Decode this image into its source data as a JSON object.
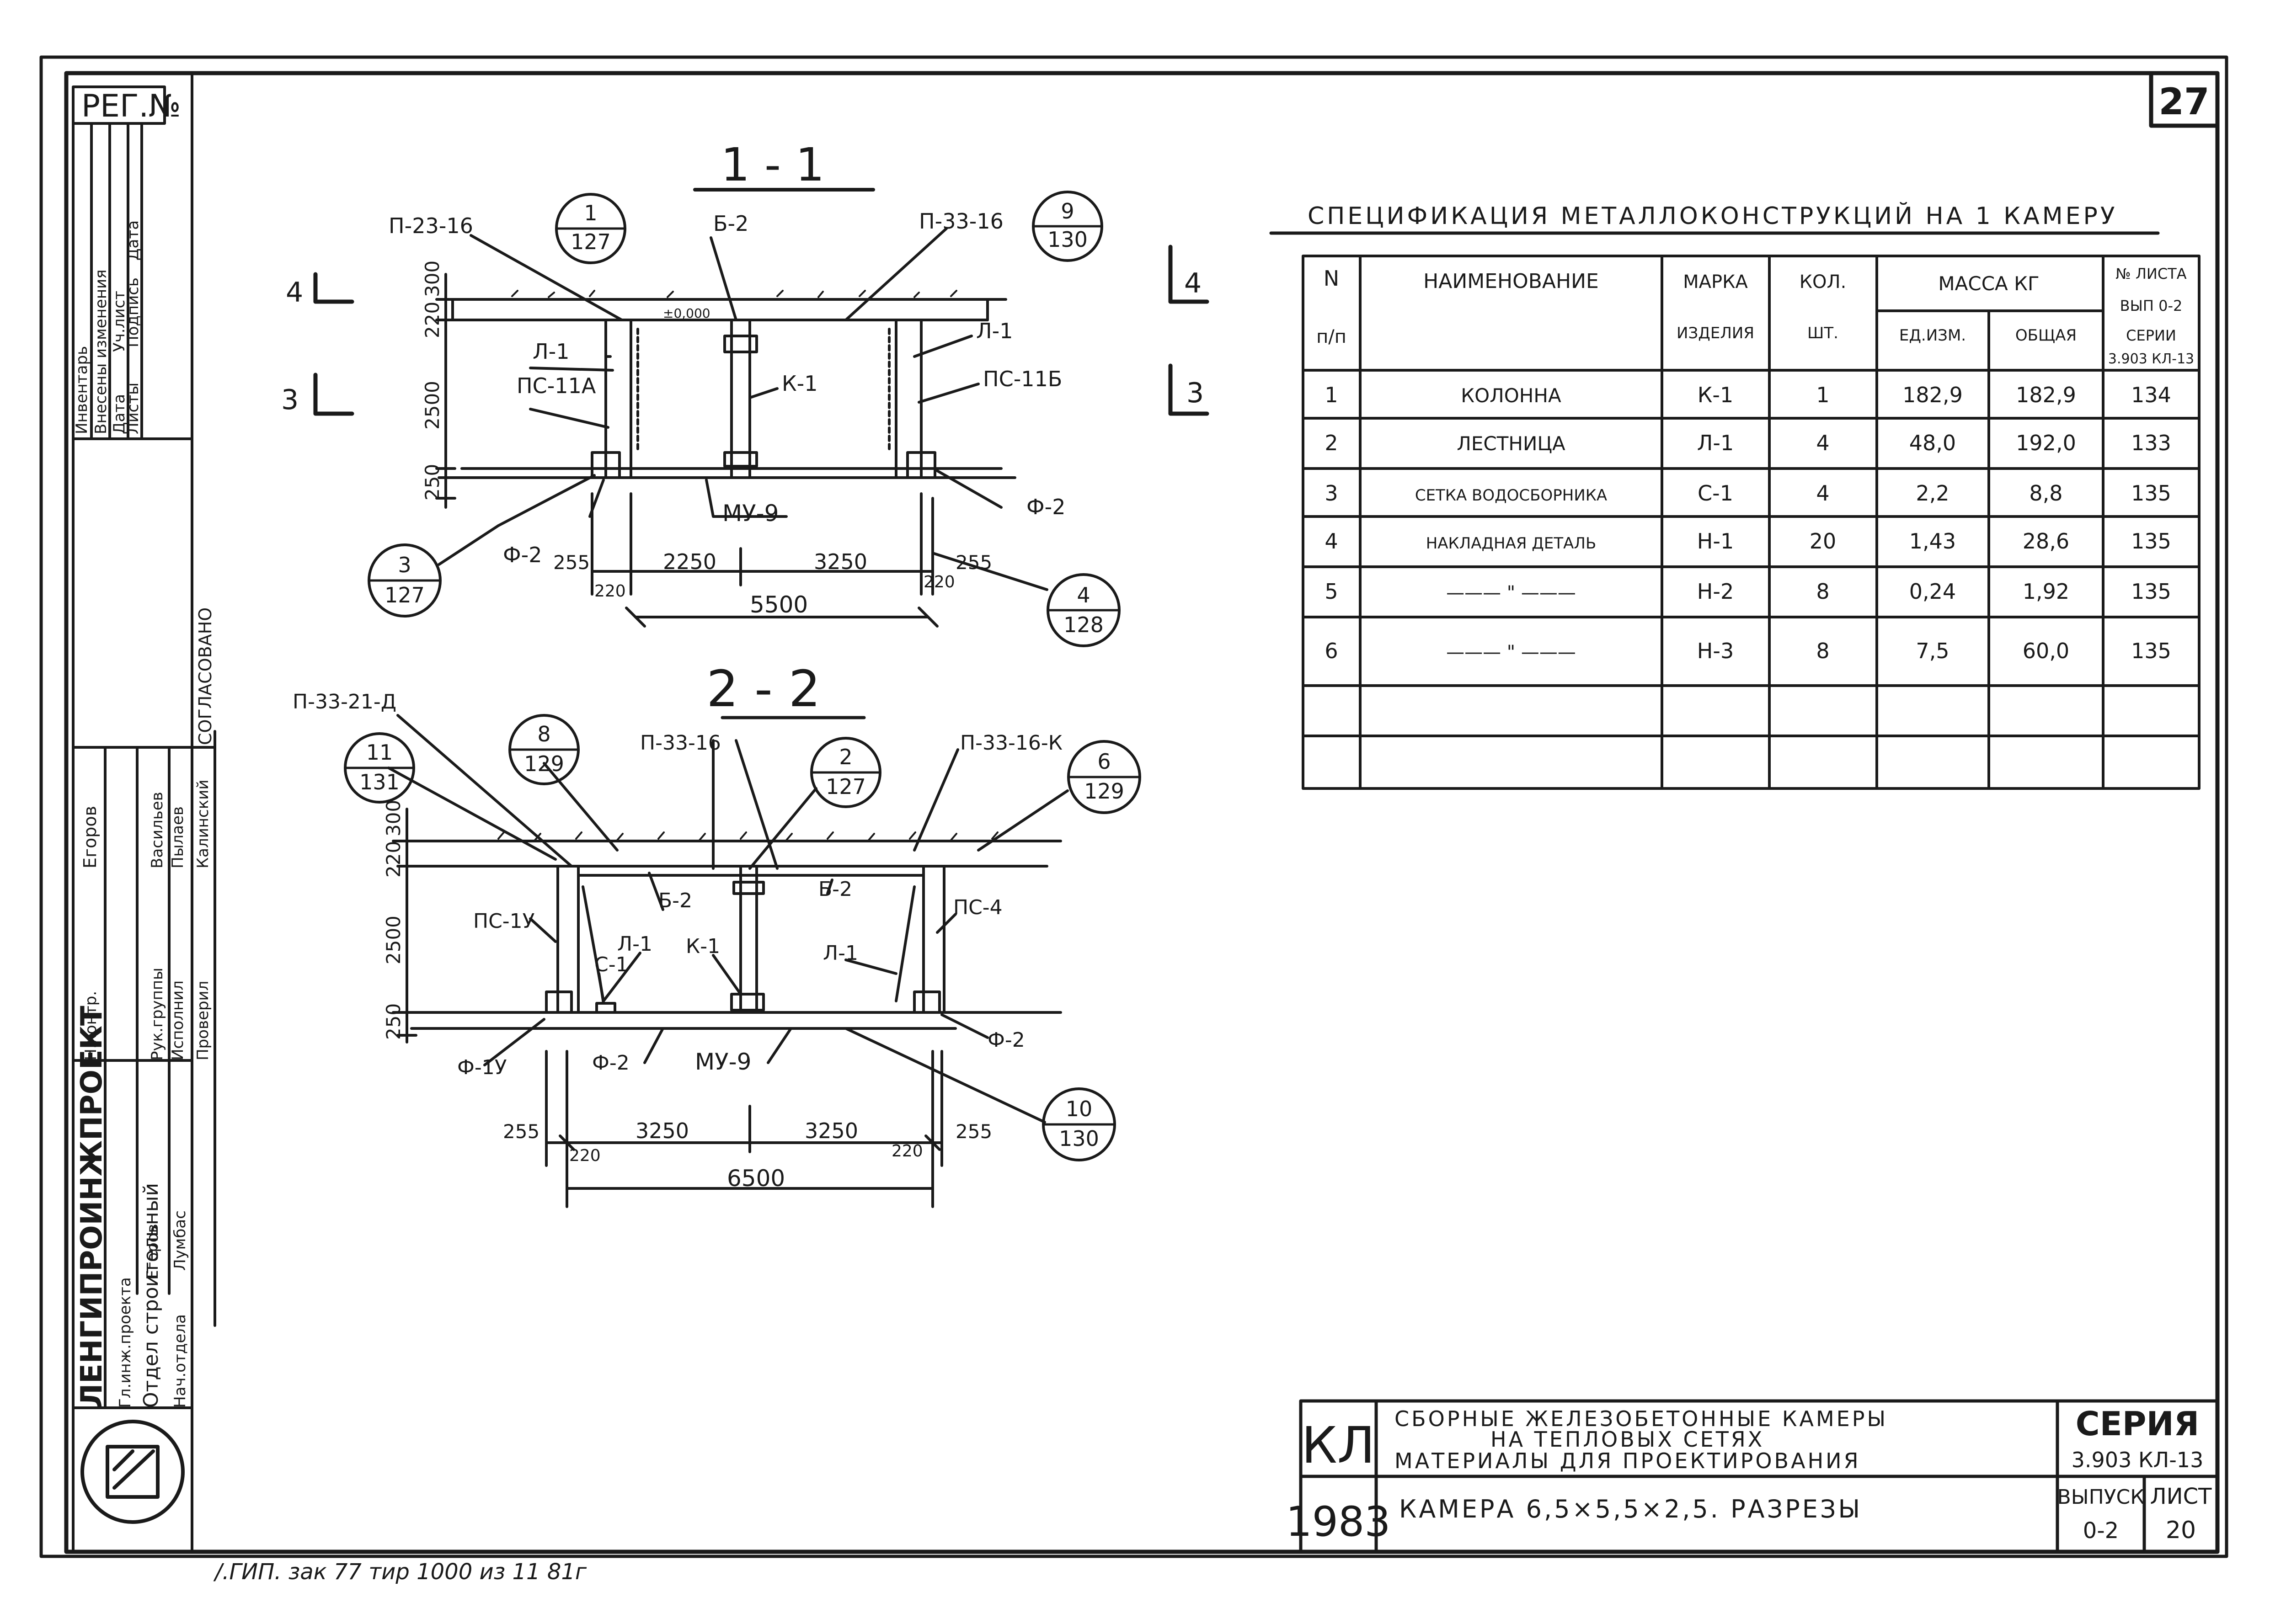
{
  "sheet": {
    "corner_number": "27",
    "reg_label": "РЕГ.№",
    "left_strip": {
      "revisions": [
        "Инвентарь",
        "Внесены изменения",
        "Дата",
        "Уч.лист",
        "Листы",
        "Подпись",
        "Дата"
      ],
      "approved": "СОГЛАСОВАНО",
      "egorov": "Егоров",
      "names": [
        "Васильев",
        "Пылаев",
        "Калинский"
      ],
      "roles": [
        "Н.контр.",
        "Рук.группы",
        "Исполнил",
        "Проверил"
      ],
      "org": "ЛЕНГИПРОИНЖПРОЕКТ",
      "roles2": [
        "Гл.инж.проекта",
        "Отдел строительный",
        "Нач.отдела"
      ],
      "names2": [
        "Егоров",
        "Лумбас"
      ]
    },
    "bottom_note": "/.ГИП. зак 77 тир 1000 из 11 81г"
  },
  "section_1": {
    "title": "1 - 1",
    "labels": {
      "p23": "П-23-16",
      "b2": "Б-2",
      "p33": "П-33-16",
      "l1a": "Л-1",
      "l1b": "Л-1",
      "ps11a": "ПС-11А",
      "ps11b": "ПС-11Б",
      "k1": "К-1",
      "mu9": "МУ-9",
      "f2a": "Ф-2",
      "f2b": "Ф-2",
      "elev": "±0,000"
    },
    "callouts": [
      {
        "top": "1",
        "bottom": "127"
      },
      {
        "top": "9",
        "bottom": "130"
      },
      {
        "top": "3",
        "bottom": "127"
      },
      {
        "top": "4",
        "bottom": "128"
      }
    ],
    "dims_v": [
      "300",
      "220",
      "2500",
      "250"
    ],
    "dims_h": [
      "255",
      "2250",
      "3250",
      "255"
    ],
    "dims_small": [
      "220",
      "220"
    ],
    "total": "5500",
    "section_marks": [
      "4",
      "4",
      "3",
      "3"
    ]
  },
  "section_2": {
    "title": "2 - 2",
    "labels": {
      "p33a": "П-33-21-Д",
      "p33b": "П-33-16",
      "p33k": "П-33-16-К",
      "b2a": "Б-2",
      "b2b": "Б-2",
      "ps1u": "ПС-1У",
      "ps4": "ПС-4",
      "l1a": "Л-1",
      "l1b": "Л-1",
      "k1": "К-1",
      "c1": "С-1",
      "f1u": "Ф-1У",
      "f2a": "Ф-2",
      "f2b": "Ф-2",
      "mu9": "МУ-9"
    },
    "callouts": [
      {
        "top": "11",
        "bottom": "131"
      },
      {
        "top": "8",
        "bottom": "129"
      },
      {
        "top": "2",
        "bottom": "127"
      },
      {
        "top": "6",
        "bottom": "129"
      },
      {
        "top": "10",
        "bottom": "130"
      }
    ],
    "dims_v": [
      "300",
      "220",
      "2500",
      "250"
    ],
    "dims_h": [
      "255",
      "3250",
      "3250",
      "255"
    ],
    "dims_small": [
      "220",
      "220"
    ],
    "total": "6500"
  },
  "spec": {
    "title": "СПЕЦИФИКАЦИЯ МЕТАЛЛОКОНСТРУКЦИЙ НА 1 КАМЕРУ",
    "headers": {
      "n": "N",
      "n2": "п/п",
      "name": "НАИМЕНОВАНИЕ",
      "mark": "МАРКА",
      "mark2": "ИЗДЕЛИЯ",
      "qty": "КОЛ.",
      "qty2": "ШТ.",
      "mass": "МАССА КГ",
      "unit": "ЕД.ИЗМ.",
      "total": "ОБЩАЯ",
      "sheet": "№ ЛИСТА",
      "sheet2": "ВЫП 0-2",
      "sheet3": "СЕРИИ",
      "sheet4": "3.903 КЛ-13"
    },
    "rows": [
      {
        "n": "1",
        "name": "КОЛОННА",
        "mark": "К-1",
        "qty": "1",
        "unit": "182,9",
        "total": "182,9",
        "sheet": "134"
      },
      {
        "n": "2",
        "name": "ЛЕСТНИЦА",
        "mark": "Л-1",
        "qty": "4",
        "unit": "48,0",
        "total": "192,0",
        "sheet": "133"
      },
      {
        "n": "3",
        "name": "СЕТКА ВОДОСБОРНИКА",
        "mark": "С-1",
        "qty": "4",
        "unit": "2,2",
        "total": "8,8",
        "sheet": "135"
      },
      {
        "n": "4",
        "name": "НАКЛАДНАЯ ДЕТАЛЬ",
        "mark": "Н-1",
        "qty": "20",
        "unit": "1,43",
        "total": "28,6",
        "sheet": "135"
      },
      {
        "n": "5",
        "name": "——— \" ———",
        "mark": "Н-2",
        "qty": "8",
        "unit": "0,24",
        "total": "1,92",
        "sheet": "135"
      },
      {
        "n": "6",
        "name": "——— \" ———",
        "mark": "Н-3",
        "qty": "8",
        "unit": "7,5",
        "total": "60,0",
        "sheet": "135"
      }
    ]
  },
  "title_block": {
    "code": "КЛ",
    "year": "1983",
    "line1": "СБОРНЫЕ ЖЕЛЕЗОБЕТОННЫЕ КАМЕРЫ",
    "line2": "НА ТЕПЛОВЫХ СЕТЯХ",
    "line3": "МАТЕРИАЛЫ ДЛЯ ПРОЕКТИРОВАНИЯ",
    "line4": "КАМЕРА 6,5×5,5×2,5. РАЗРЕЗЫ",
    "series_label": "СЕРИЯ",
    "series_value": "3.903 КЛ-13",
    "issue_label": "ВЫПУСК",
    "issue_value": "0-2",
    "sheet_label": "ЛИСТ",
    "sheet_value": "20"
  }
}
